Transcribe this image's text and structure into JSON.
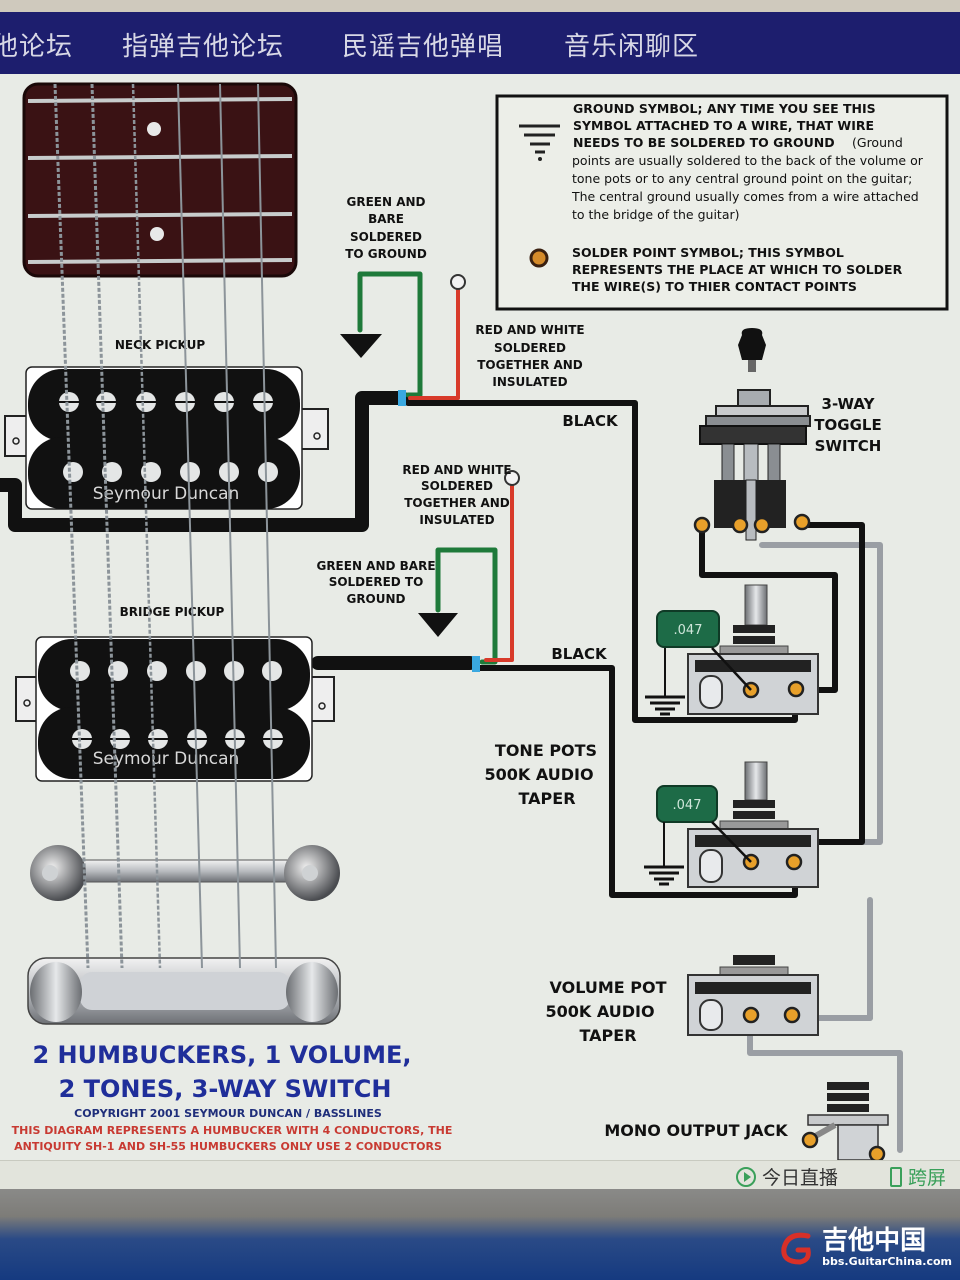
{
  "nav": {
    "items": [
      "他论坛",
      "指弹吉他论坛",
      "民谣吉他弹唱",
      "音乐闲聊区"
    ]
  },
  "legend": {
    "ground_lines": [
      "GROUND SYMBOL; ANY TIME YOU SEE THIS",
      "SYMBOL ATTACHED TO A WIRE, THAT WIRE",
      "NEEDS TO BE SOLDERED TO GROUND"
    ],
    "ground_note_inline": "(Ground",
    "ground_note_lines": [
      "points are usually soldered to the back of the volume or",
      "tone pots or to any central ground point on the guitar;",
      "The central ground usually comes from a wire attached",
      "to the bridge of the guitar)"
    ],
    "solder_lines": [
      "SOLDER POINT SYMBOL; THIS SYMBOL",
      "REPRESENTS THE PLACE AT WHICH TO SOLDER",
      "THE WIRE(S) TO THIER CONTACT POINTS"
    ]
  },
  "labels": {
    "neck_ground": [
      "GREEN AND",
      "BARE",
      "SOLDERED",
      "TO GROUND"
    ],
    "neck_redwhite": [
      "RED AND WHITE",
      "SOLDERED",
      "TOGETHER AND",
      "INSULATED"
    ],
    "neck_black": "BLACK",
    "bridge_redwhite": [
      "RED AND WHITE",
      "SOLDERED",
      "TOGETHER AND",
      "INSULATED"
    ],
    "bridge_ground": [
      "GREEN AND BARE",
      "SOLDERED TO",
      "GROUND"
    ],
    "bridge_black": "BLACK",
    "neck_pickup": "NECK PICKUP",
    "bridge_pickup": "BRIDGE PICKUP",
    "pickup_brand": "Seymour Duncan",
    "toggle": [
      "3-WAY",
      "TOGGLE",
      "SWITCH"
    ],
    "tone_pots": [
      "TONE POTS",
      "500K AUDIO",
      "TAPER"
    ],
    "volume_pot": [
      "VOLUME POT",
      "500K AUDIO",
      "TAPER"
    ],
    "output_jack": "MONO OUTPUT JACK",
    "capacitor_value": ".047"
  },
  "title": {
    "line1": "2 HUMBUCKERS, 1 VOLUME,",
    "line2": "2 TONES, 3-WAY SWITCH",
    "copyright": "COPYRIGHT 2001 SEYMOUR DUNCAN / BASSLINES",
    "note1": "THIS DIAGRAM REPRESENTS A HUMBUCKER WITH 4 CONDUCTORS, THE",
    "note2": "ANTIQUITY SH-1 AND SH-55 HUMBUCKERS ONLY USE 2 CONDUCTORS"
  },
  "colors": {
    "wire_black": "#111111",
    "wire_green": "#1e7a3a",
    "wire_red": "#d83a2a",
    "wire_gray": "#9a9ea4",
    "solder": "#e8a02a",
    "capacitor": "#1d6b47",
    "title_blue": "#1f2e9a",
    "note_red": "#c83a32",
    "nav_bg": "#1d1e6e"
  },
  "statusbar": {
    "live_label": "今日直播",
    "cross_screen_label": "跨屏"
  },
  "watermark": {
    "title": "吉他中国",
    "url": "bbs.GuitarChina.com"
  }
}
